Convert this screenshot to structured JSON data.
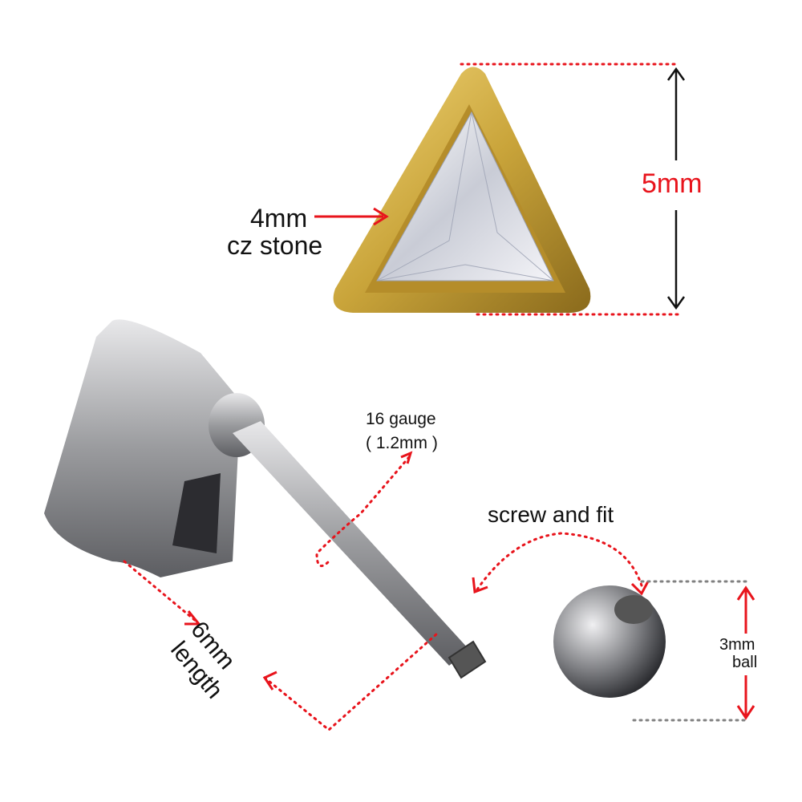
{
  "diagram": {
    "colors": {
      "dimension": "#e8141c",
      "gold": "#c9a43a",
      "silver": "#a9aaac",
      "text": "#111111",
      "guide_gray": "#808080"
    },
    "labels": {
      "stone": {
        "size": "4mm",
        "desc": "cz stone"
      },
      "height": "5mm",
      "gauge": {
        "line1": "16 gauge",
        "line2": "( 1.2mm )"
      },
      "screw": "screw and fit",
      "ball": {
        "size": "3mm",
        "desc": "ball"
      },
      "length": {
        "size": "6mm",
        "desc": "length"
      }
    },
    "parts": [
      "triangle-cz-top",
      "barbell-post",
      "threaded-ball"
    ]
  }
}
